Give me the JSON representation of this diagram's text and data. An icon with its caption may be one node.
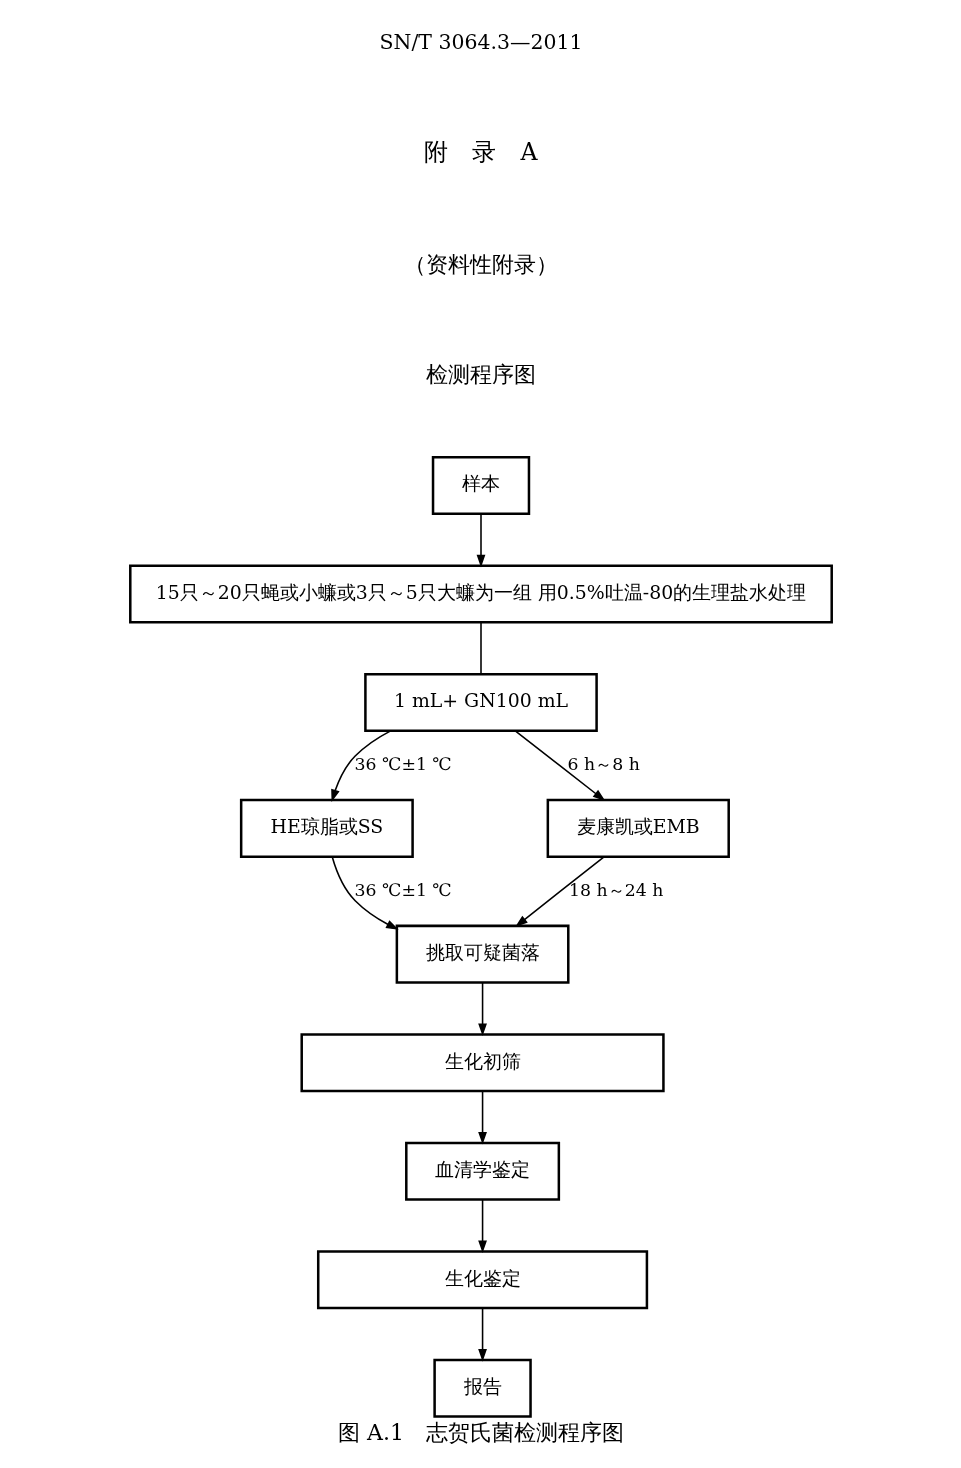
{
  "diagram": {
    "title": "附　录　A",
    "caption": "图 A.1　志贺氏菌检测程序图",
    "nodes": [
      {
        "text": [
          "样本"
        ]
      },
      {
        "text": [
          "15只～20只蝇或小蠊或3只～5只大蠊为一组 用0.5%吐温-80的生理盐水处理"
        ]
      },
      {
        "text": [
          "1 mL+ GN100 mL"
        ]
      },
      {
        "text": [
          "HE琼脂或SS"
        ]
      },
      {
        "text": [
          "麦康凯或EMB"
        ]
      },
      {
        "text": [
          "挑取可疑菌落"
        ]
      },
      {
        "text": [
          "生化初筛"
        ]
      },
      {
        "text": [
          "血清学鉴定"
        ]
      },
      {
        "text": [
          "生化鉴定"
        ]
      },
      {
        "text": [
          "报告"
        ]
      }
    ],
    "edges": [
      {
        "from": 0,
        "to": 1,
        "arrow": "to"
      },
      {
        "from": 1,
        "to": 2,
        "arrow": "none"
      },
      {
        "from": 2,
        "to": 3,
        "arrow": "to",
        "label": "36 ℃±1 ℃"
      },
      {
        "from": 2,
        "to": 4,
        "arrow": "to",
        "label": "6 h～8 h"
      },
      {
        "from": 3,
        "to": 5,
        "arrow": "to",
        "label": "36 ℃±1 ℃"
      },
      {
        "from": 4,
        "to": 5,
        "arrow": "to",
        "label": "18 h～24 h"
      },
      {
        "from": 5,
        "to": 6,
        "arrow": "to"
      },
      {
        "from": 6,
        "to": 7,
        "arrow": "to"
      },
      {
        "from": 7,
        "to": 8,
        "arrow": "to"
      },
      {
        "from": 8,
        "to": 9,
        "arrow": "to"
      }
    ],
    "labels": [
      "SN/T 3064.3—2011",
      "（资料性附录）",
      "检测程序图"
    ]
  }
}
